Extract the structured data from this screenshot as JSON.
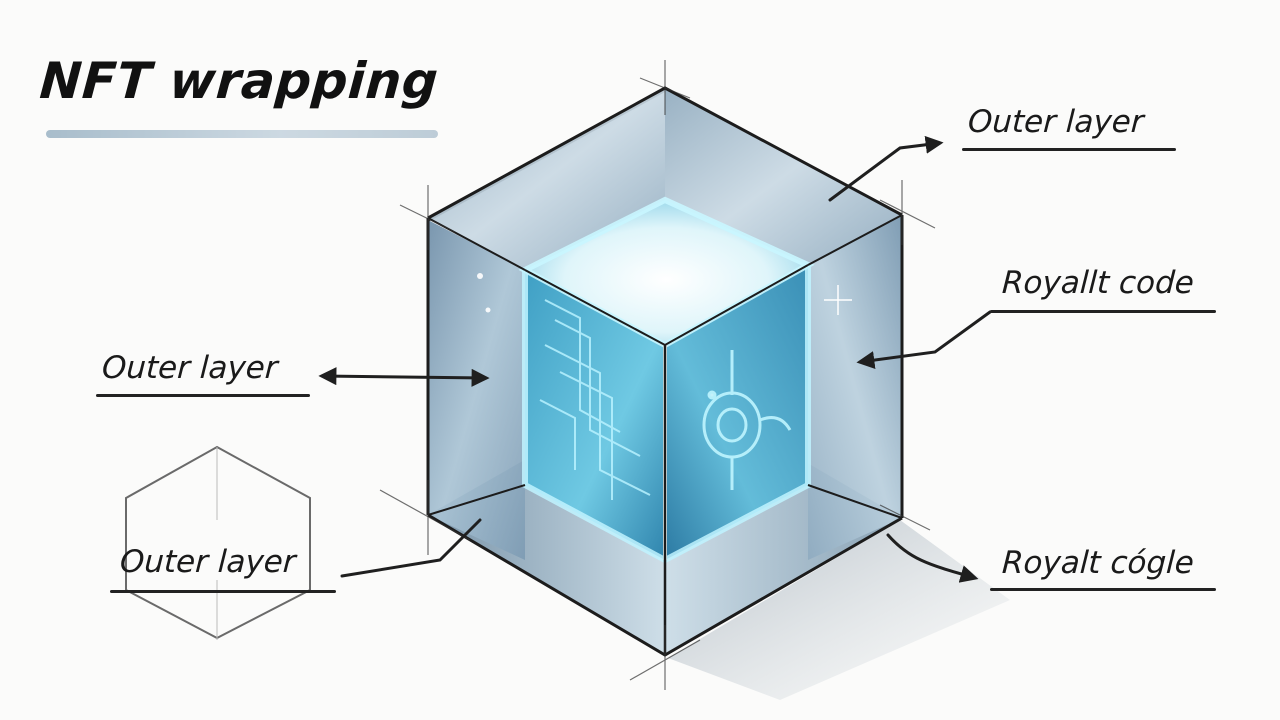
{
  "title": "NFT wrapping",
  "colors": {
    "ink": "#1a1a1a",
    "cube_dark": "#5d7d97",
    "cube_mid": "#8fb0c6",
    "glow": "#7fe3f5",
    "core_light": "#dff6fb",
    "underline_accent": "#a9bfcd"
  },
  "labels": {
    "top_right": "Outer layer",
    "mid_right": "Royallt code",
    "left": "Outer layer",
    "bottom_left": "Outer layer",
    "bottom_right": "Royalt cógle"
  },
  "diagram": {
    "subject": "isometric glass cube with glowing inner core",
    "inner_core_face_left_icon": "circuit-pattern",
    "inner_core_face_right_icon": "target-circle-pattern",
    "side_sketch": "hexagon outline"
  }
}
